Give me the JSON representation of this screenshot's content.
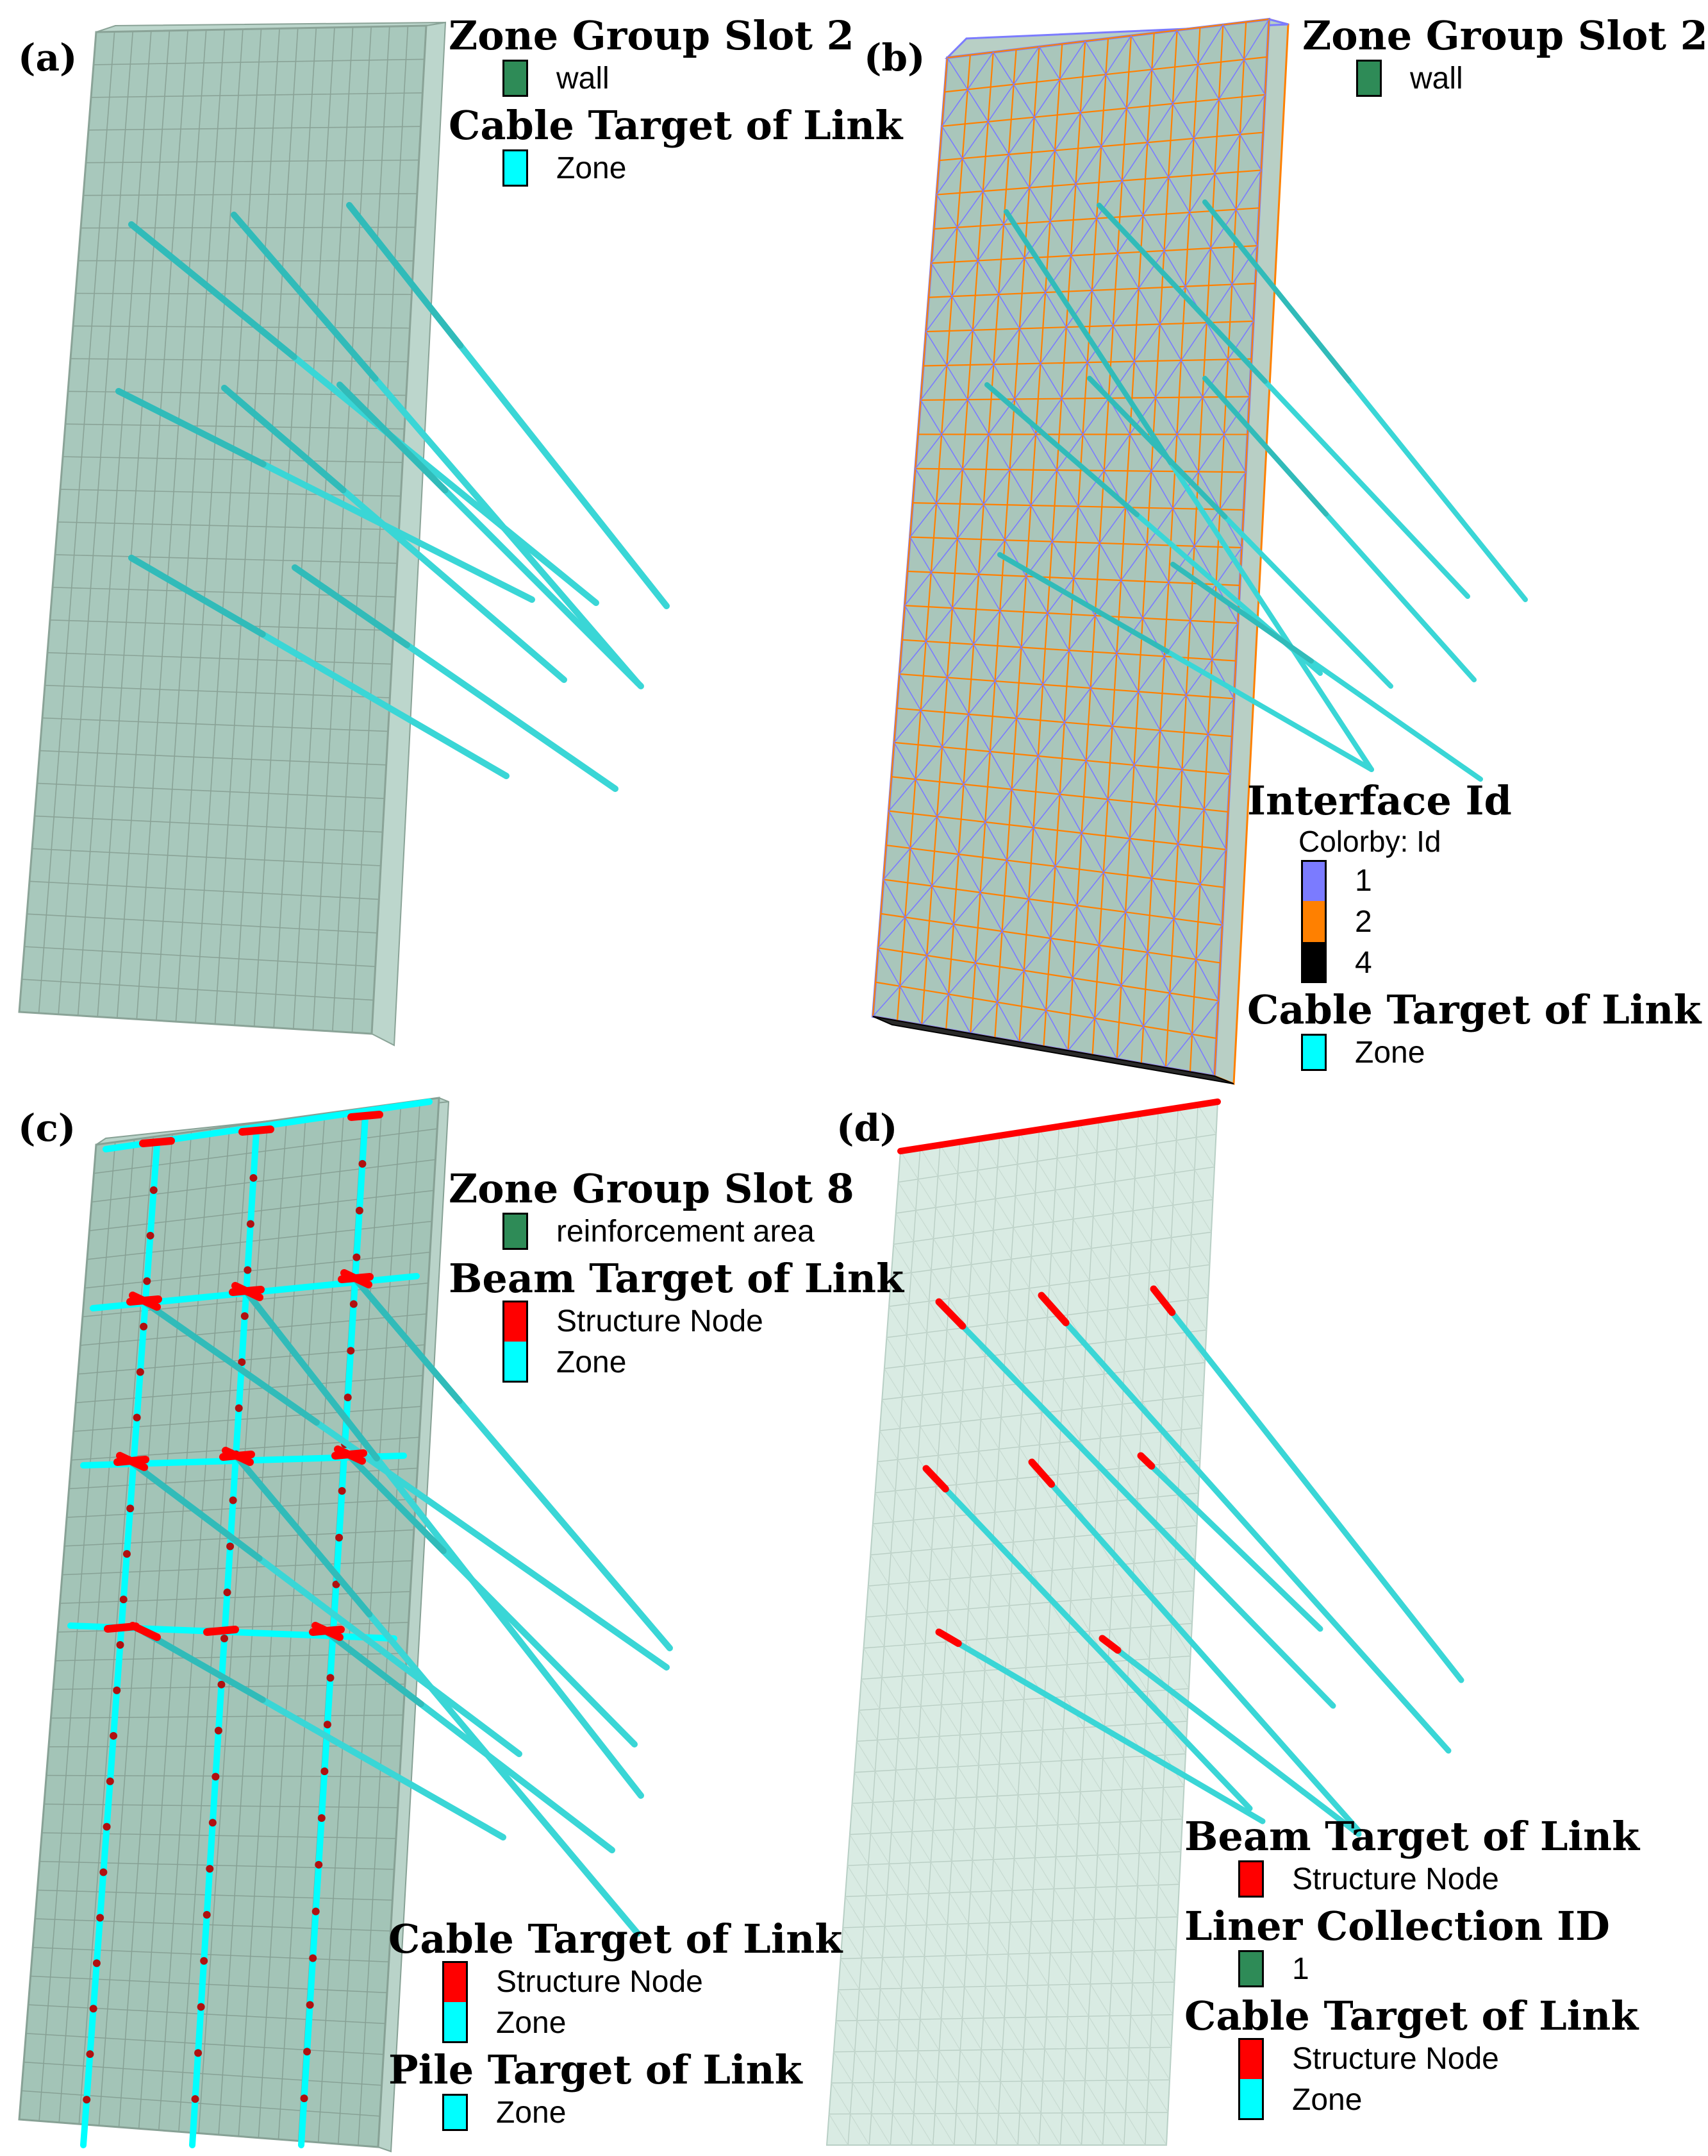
{
  "colors": {
    "wall": "#2e8b57",
    "zone": "#00ffff",
    "structure_node": "#ff0000",
    "interface_1": "#7b7bff",
    "interface_2": "#ff8000",
    "interface_4": "#000000",
    "panel_fill_a": "#a8c8bc",
    "panel_fill_d": "#d9ebe3",
    "cable": "#3ad6d6",
    "mesh_line": "#8fa89f"
  },
  "panels": [
    {
      "label": "(a)",
      "legend": [
        {
          "title": "Zone Group Slot 2",
          "items": [
            {
              "swatch": "wall",
              "label": "wall"
            }
          ]
        },
        {
          "title": "Cable Target of Link",
          "items": [
            {
              "swatch": "zone",
              "label": "Zone"
            }
          ]
        }
      ]
    },
    {
      "label": "(b)",
      "legend_top": [
        {
          "title": "Zone Group Slot 2",
          "items": [
            {
              "swatch": "wall",
              "label": "wall"
            }
          ]
        }
      ],
      "legend_bottom": [
        {
          "title": "Interface Id",
          "subtitle": "Colorby: Id",
          "items": [
            {
              "swatch": "interface_1",
              "label": "1"
            },
            {
              "swatch": "interface_2",
              "label": "2"
            },
            {
              "swatch": "interface_4",
              "label": "4"
            }
          ]
        },
        {
          "title": "Cable Target of Link",
          "items": [
            {
              "swatch": "zone",
              "label": "Zone"
            }
          ]
        }
      ]
    },
    {
      "label": "(c)",
      "legend_top": [
        {
          "title": "Zone Group Slot 8",
          "items": [
            {
              "swatch": "wall",
              "label": "reinforcement area"
            }
          ]
        },
        {
          "title": "Beam Target of Link",
          "items": [
            {
              "swatch": "structure_node",
              "label": "Structure Node"
            },
            {
              "swatch": "zone",
              "label": "Zone"
            }
          ]
        }
      ],
      "legend_bottom": [
        {
          "title": "Cable Target of Link",
          "items": [
            {
              "swatch": "structure_node",
              "label": "Structure Node"
            },
            {
              "swatch": "zone",
              "label": "Zone"
            }
          ]
        },
        {
          "title": "Pile Target of Link",
          "items": [
            {
              "swatch": "zone",
              "label": "Zone"
            }
          ]
        }
      ]
    },
    {
      "label": "(d)",
      "legend": [
        {
          "title": "Beam Target of Link",
          "items": [
            {
              "swatch": "structure_node",
              "label": "Structure Node"
            }
          ]
        },
        {
          "title": "Liner Collection ID",
          "items": [
            {
              "swatch": "wall",
              "label": "1"
            }
          ]
        },
        {
          "title": "Cable Target of Link",
          "items": [
            {
              "swatch": "structure_node",
              "label": "Structure Node"
            },
            {
              "swatch": "zone",
              "label": "Zone"
            }
          ]
        }
      ]
    }
  ]
}
